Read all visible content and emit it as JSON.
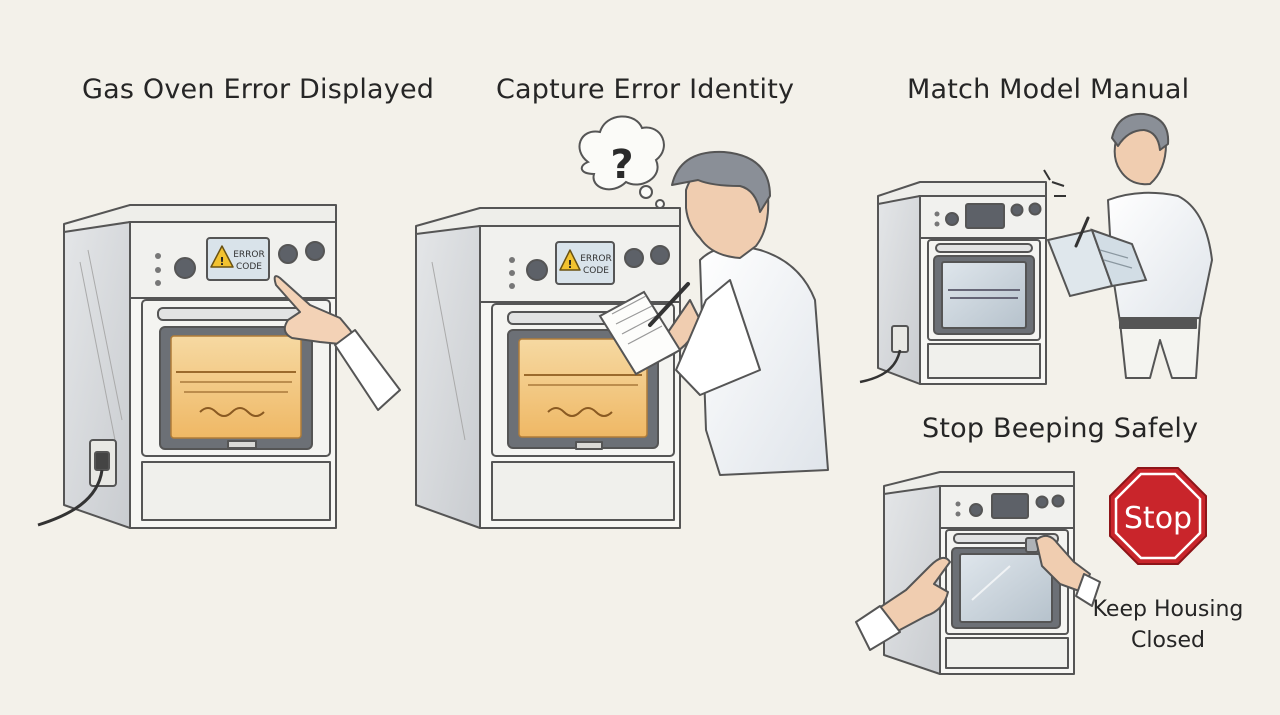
{
  "panels": [
    {
      "title": "Gas Oven Error Displayed",
      "display_text": [
        "ERROR",
        "CODE"
      ]
    },
    {
      "title": "Capture Error Identity",
      "display_text": [
        "ERROR",
        "CODE"
      ],
      "thought_symbol": "?"
    },
    {
      "title": "Match Model Manual"
    },
    {
      "title": "Stop Beeping Safely",
      "sign_text": "Stop",
      "caption": [
        "Keep Housing",
        "Closed"
      ]
    }
  ],
  "colors": {
    "background": "#f3f1ea",
    "oven_body": "#f7f7f4",
    "oven_glow": "#f4c47a",
    "warning": "#f2c230",
    "stop_sign": "#c9252b",
    "display": "#d9e3ea",
    "line": "#555555"
  },
  "icons": [
    "warning-triangle-icon",
    "question-mark-icon",
    "stop-sign-icon",
    "power-plug-icon",
    "notepad-icon",
    "manual-book-icon",
    "pen-icon"
  ]
}
